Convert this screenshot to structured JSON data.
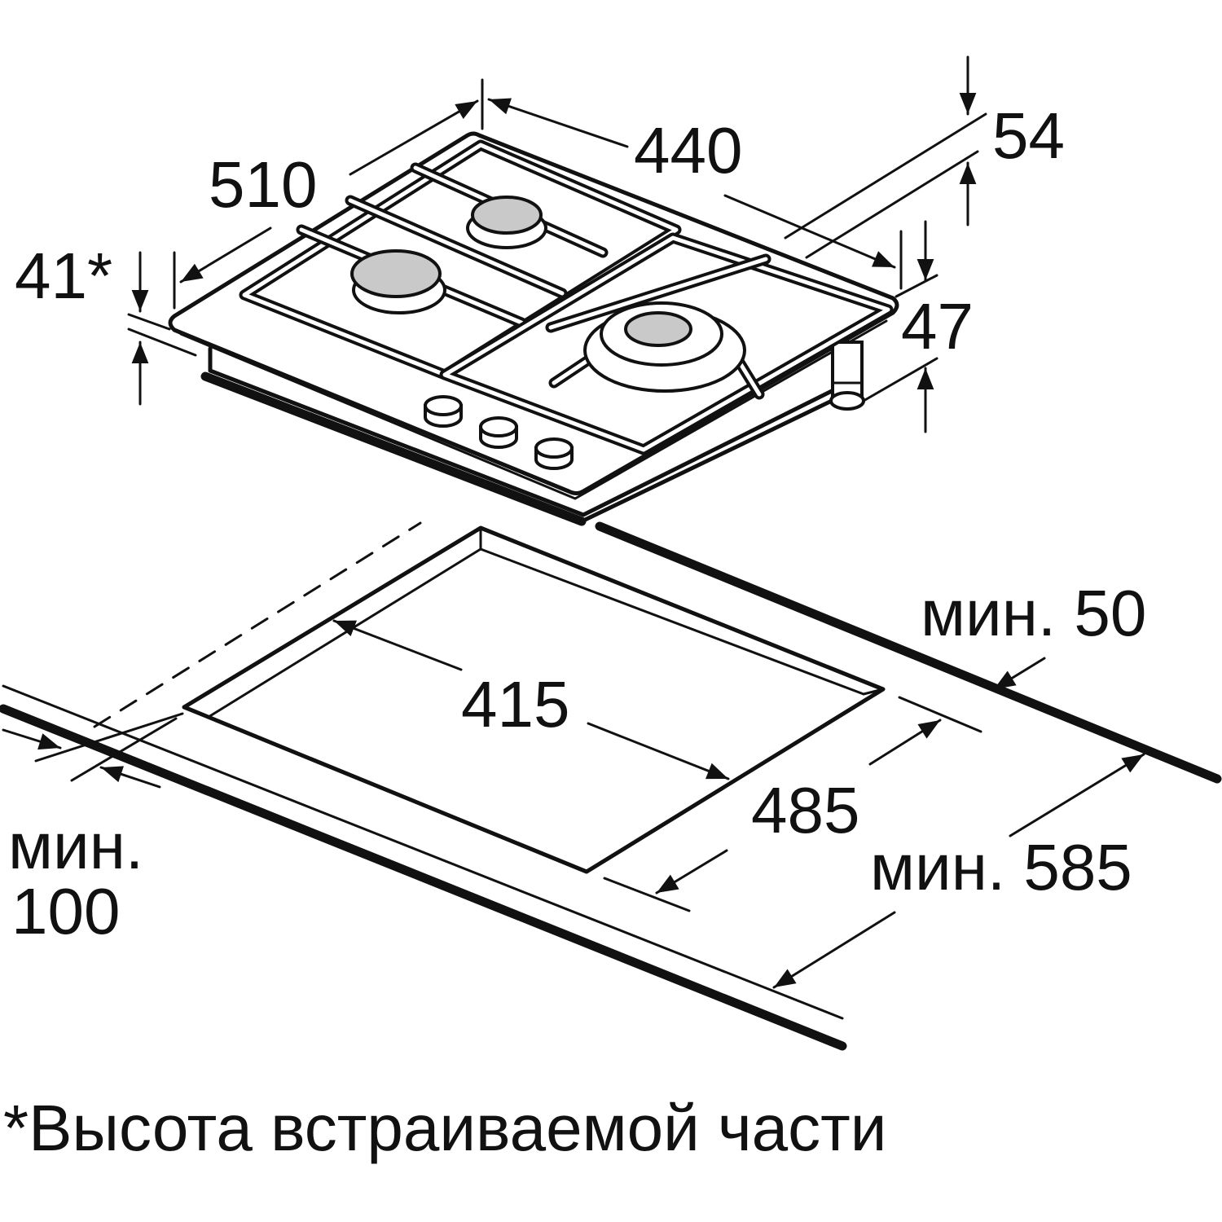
{
  "labels": {
    "width_440": "440",
    "depth_510": "510",
    "height_54": "54",
    "builtin_41": "41*",
    "height_47": "47",
    "cutout_415": "415",
    "cutout_485": "485",
    "min_50": "мин. 50",
    "min_100_line1": "мин.",
    "min_100_line2": "100",
    "min_585": "мин. 585"
  },
  "footnote": "*Высота встраиваемой части",
  "colors": {
    "ink": "#111111",
    "burner_cap": "#c9c9c9",
    "background": "#ffffff"
  }
}
